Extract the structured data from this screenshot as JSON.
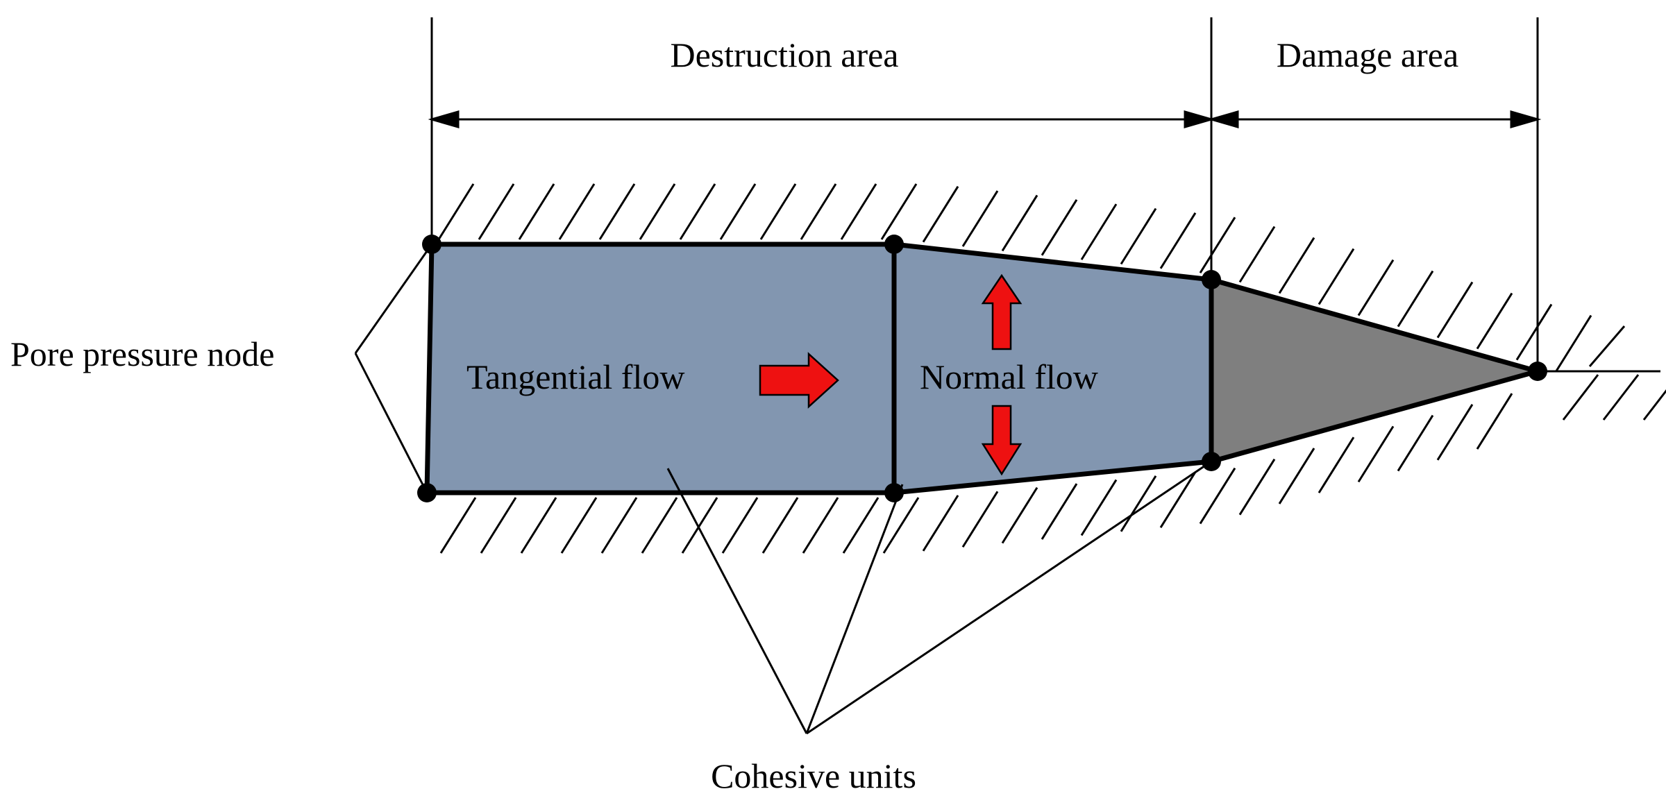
{
  "labels": {
    "destruction_area": "Destruction area",
    "damage_area": "Damage area",
    "pore_pressure_node": "Pore pressure node",
    "tangential_flow": "Tangential flow",
    "normal_flow": "Normal flow",
    "cohesive_units": "Cohesive units"
  },
  "colors": {
    "destruction_fill": "#8296B0",
    "damage_fill": "#7F7F7F",
    "arrow_fill": "#EE1111",
    "line": "#000000"
  }
}
